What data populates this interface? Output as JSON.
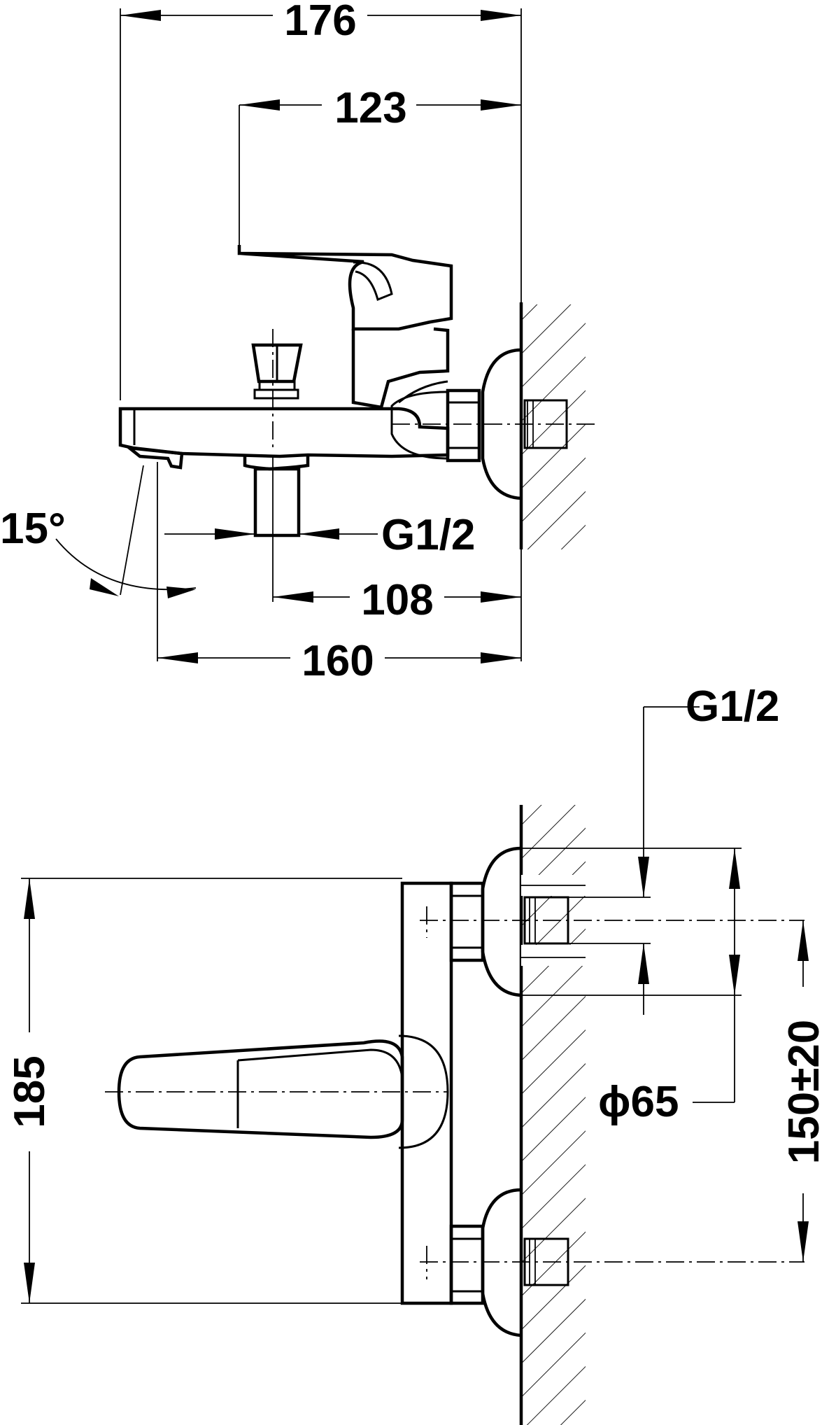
{
  "dimensions": {
    "overall_width": "176",
    "handle_width": "123",
    "angle": "15°",
    "outlet_thread": "G1/2",
    "outlet_offset": "108",
    "spout_length": "160",
    "inlet_thread": "G1/2",
    "flange_diameter": "ϕ65",
    "body_height": "185",
    "inlet_spacing": "150±20"
  }
}
